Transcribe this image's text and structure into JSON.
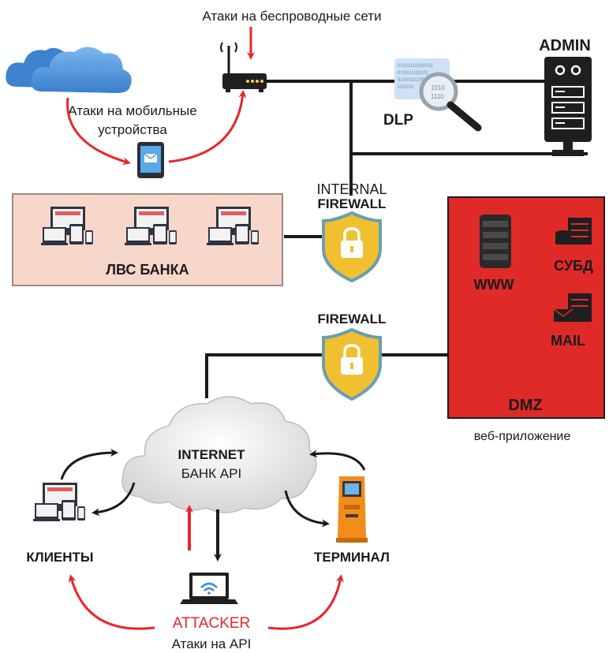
{
  "labels": {
    "wireless_attacks": "Атаки на беспроводные сети",
    "admin": "ADMIN",
    "mobile_attacks_line1": "Атаки на мобильные",
    "mobile_attacks_line2": "устройства",
    "dlp": "DLP",
    "internal_fw_line1": "INTERNAL",
    "internal_fw_line2": "FIREWALL",
    "bank_lan": "ЛВС БАНКА",
    "firewall": "FIREWALL",
    "www": "WWW",
    "dbms": "СУБД",
    "mail": "MAIL",
    "dmz": "DMZ",
    "web_app": "веб-приложение",
    "internet_line1": "INTERNET",
    "internet_line2": "БАНК API",
    "clients": "КЛИЕНТЫ",
    "terminal": "ТЕРМИНАЛ",
    "attacker": "ATTACKER",
    "api_attacks": "Атаки на API",
    "dlp_bits_1": "01011110000011",
    "dlp_bits_2": "010001110101",
    "dlp_bits_3": "01000101000",
    "dlp_bits_4": "101010",
    "dlp_bits_5": "1010",
    "dlp_bits_6": "1110"
  },
  "colors": {
    "attack_red": "#e8262c",
    "dmz_red": "#e02a27",
    "lan_fill": "#f8d7cb",
    "shield_gold": "#f0c030",
    "shield_blue": "#6a9fb0",
    "cloud_blue": "#4a90d9",
    "dark": "#1a1a1a"
  },
  "icons": [
    "cloud-icon",
    "router-icon",
    "tablet-icon",
    "magnifier-icon",
    "server-icon",
    "padlock-icon",
    "devices-icon",
    "laptop-wifi-icon",
    "kiosk-icon"
  ]
}
